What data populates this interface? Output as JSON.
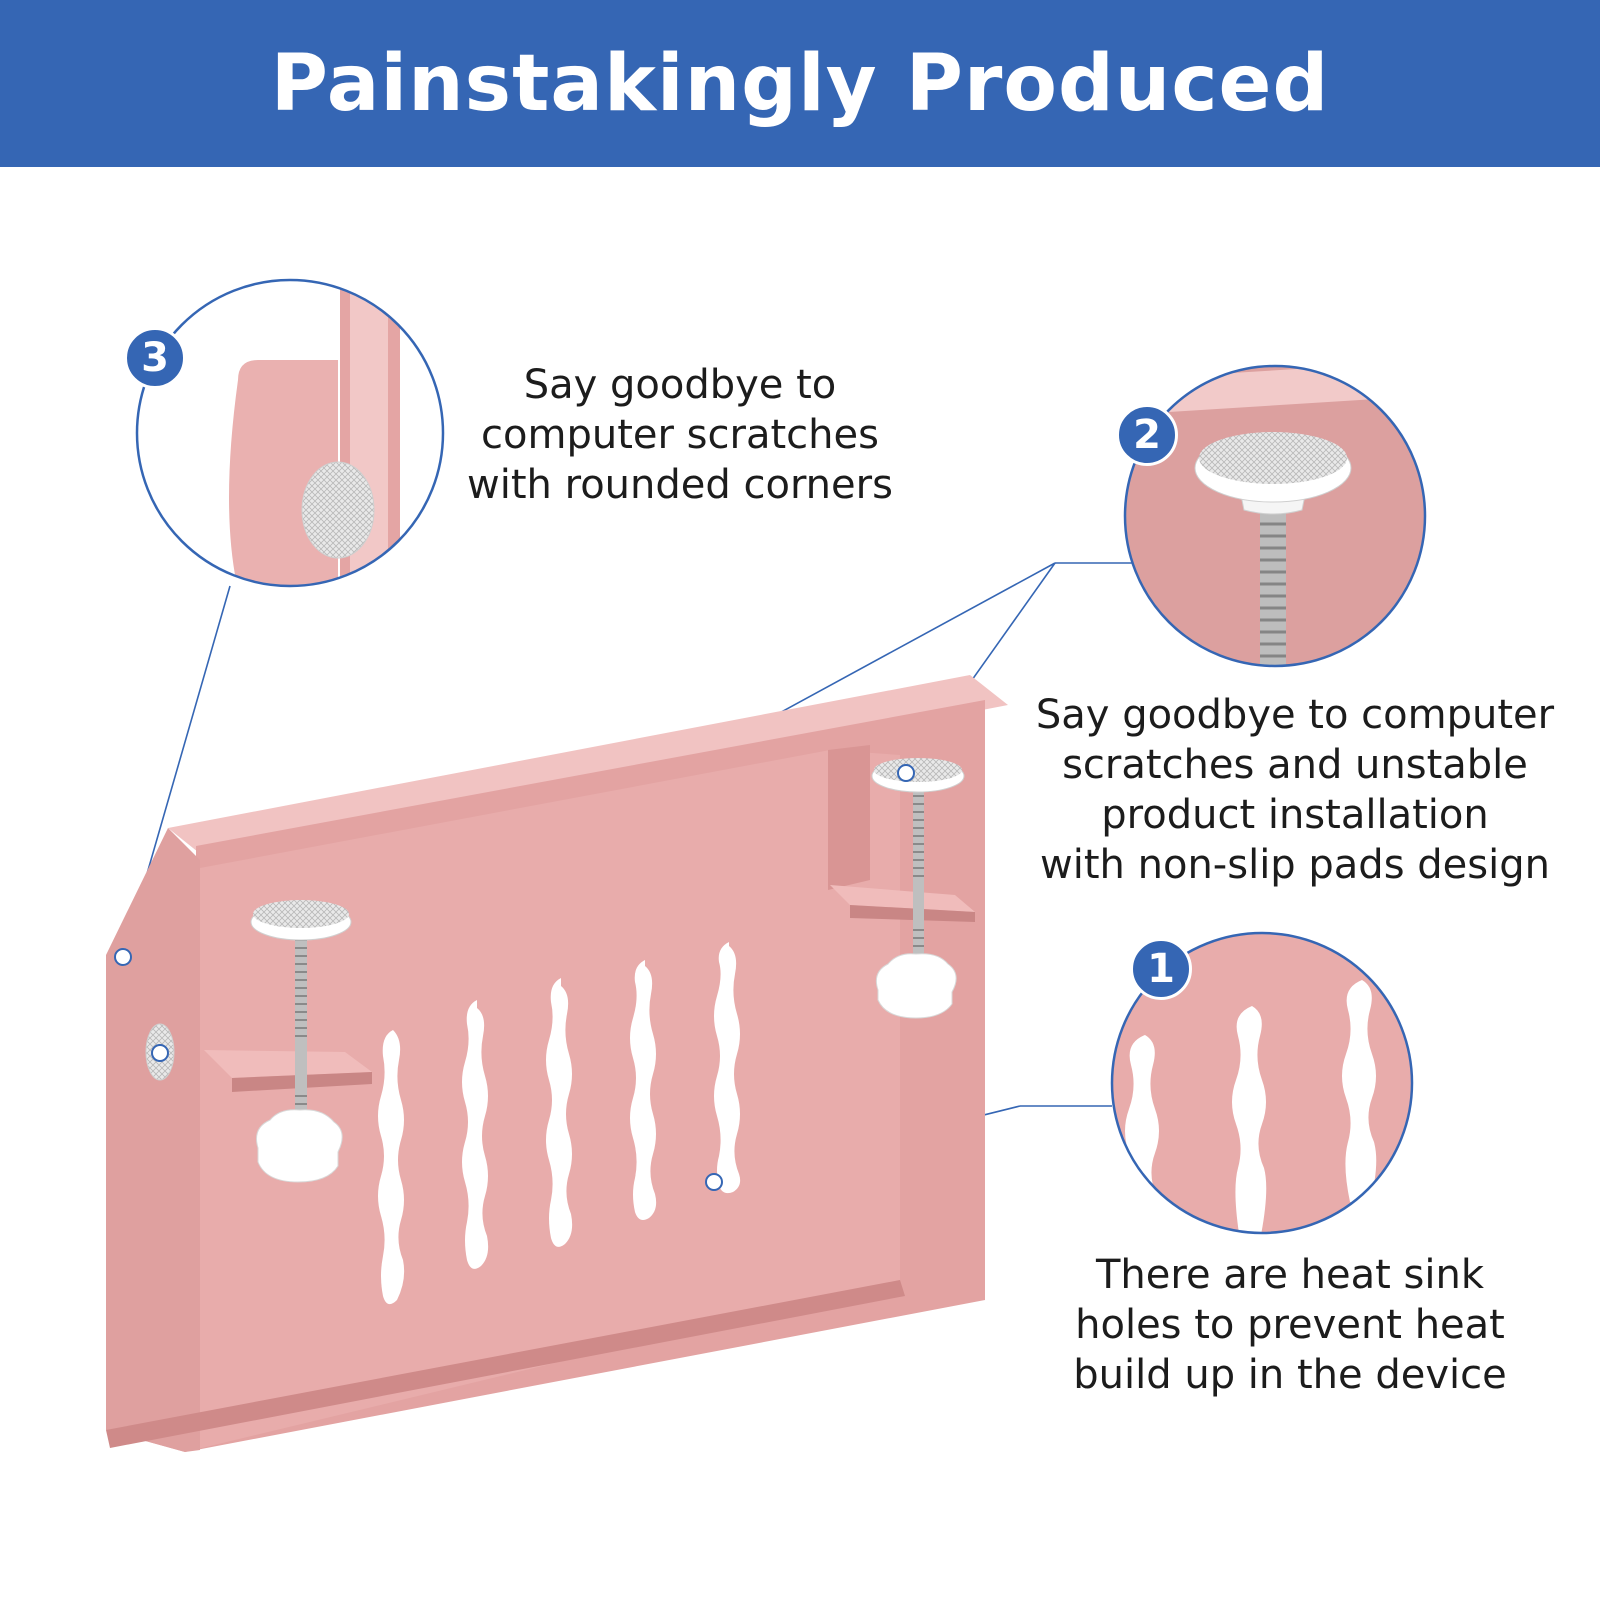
{
  "header": {
    "title": "Painstakingly Produced"
  },
  "colors": {
    "brand_blue": "#3566b4",
    "product_pink": "#e8a8a8",
    "background": "#ffffff"
  },
  "callouts": [
    {
      "number": "3",
      "lines": [
        "Say goodbye to",
        "computer scratches",
        "with rounded corners"
      ]
    },
    {
      "number": "2",
      "lines": [
        "Say goodbye to computer",
        "scratches and unstable",
        "product installation",
        "with non-slip pads design"
      ]
    },
    {
      "number": "1",
      "lines": [
        "There are heat sink",
        "holes to prevent heat",
        "build up in the device"
      ]
    }
  ]
}
